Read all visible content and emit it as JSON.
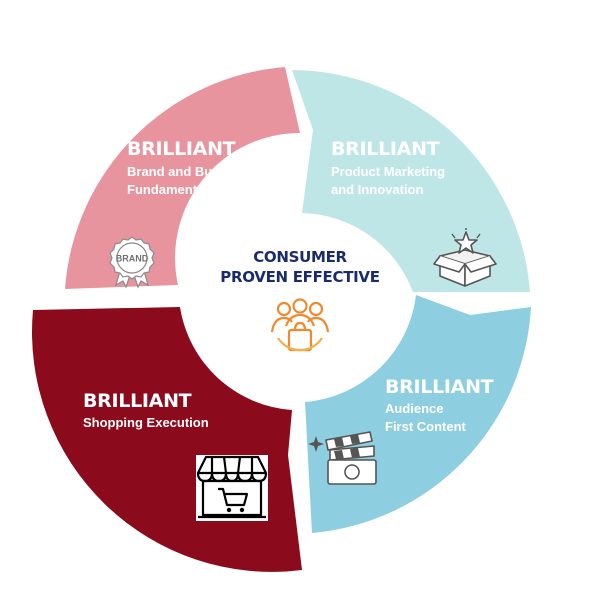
{
  "center": {
    "line1": "CONSUMER",
    "line2": "PROVEN EFFECTIVE",
    "icon": "consumer-group-shopping-bag-icon"
  },
  "segments": [
    {
      "title": "BRILLIANT",
      "line1": "Brand and Business",
      "line2": "Fundamentals",
      "icon": "brand-badge-icon",
      "icon_text": "BRAND",
      "color": "#e8949e"
    },
    {
      "title": "BRILLIANT",
      "line1": "Product Marketing",
      "line2": "and Innovation",
      "icon": "box-star-icon",
      "color": "#bfe6e6"
    },
    {
      "title": "BRILLIANT",
      "line1": "Audience",
      "line2": "First Content",
      "icon": "clapperboard-camera-icon",
      "color": "#8dcee0"
    },
    {
      "title": "BRILLIANT",
      "line1": "Shopping Execution",
      "line2": "",
      "icon": "storefront-cart-icon",
      "color": "#8b0a1b"
    }
  ],
  "colors": {
    "center_text": "#1a2b6b",
    "segment_text": "#ffffff",
    "icon_orange": "#f08a2c"
  }
}
